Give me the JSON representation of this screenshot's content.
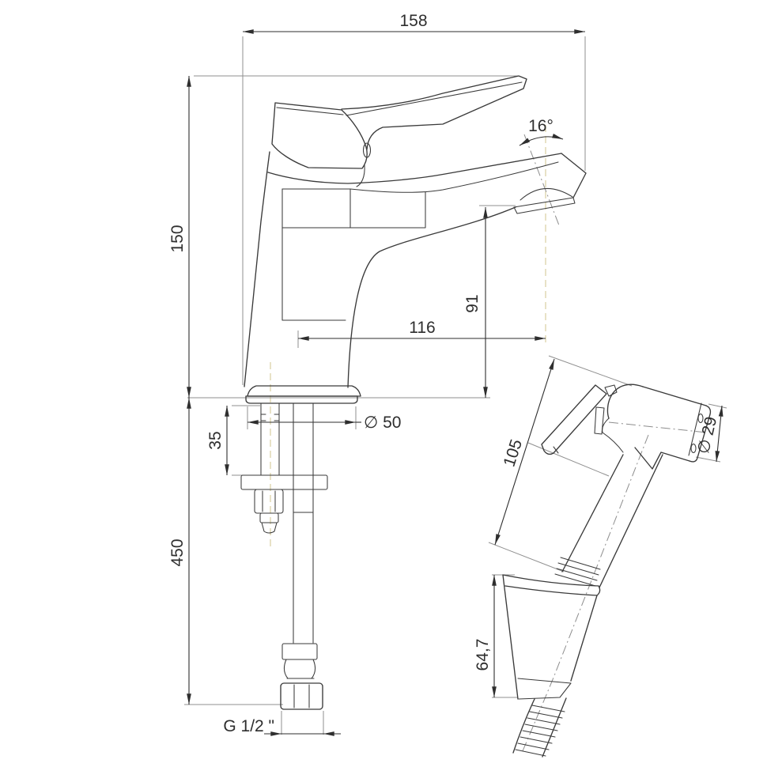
{
  "drawing_type": "faucet technical dimension drawing",
  "dims": {
    "overall_width": "158",
    "overall_height": "150",
    "spout_angle": "16°",
    "outlet_height": "91",
    "spout_reach": "116",
    "base_diameter": "∅ 50",
    "max_deck_thickness": "35",
    "hose_length": "450",
    "connection_thread": "G 1/2 \"",
    "sprayer_length": "105",
    "sprayer_head_diameter": "∅ 29",
    "holder_height": "64,7"
  },
  "colors": {
    "background": "#ffffff",
    "outline": "#3a3a3a",
    "dimension": "#2e2e2e",
    "extension": "#8f8f8f",
    "centerline": "#d8cc9c"
  }
}
